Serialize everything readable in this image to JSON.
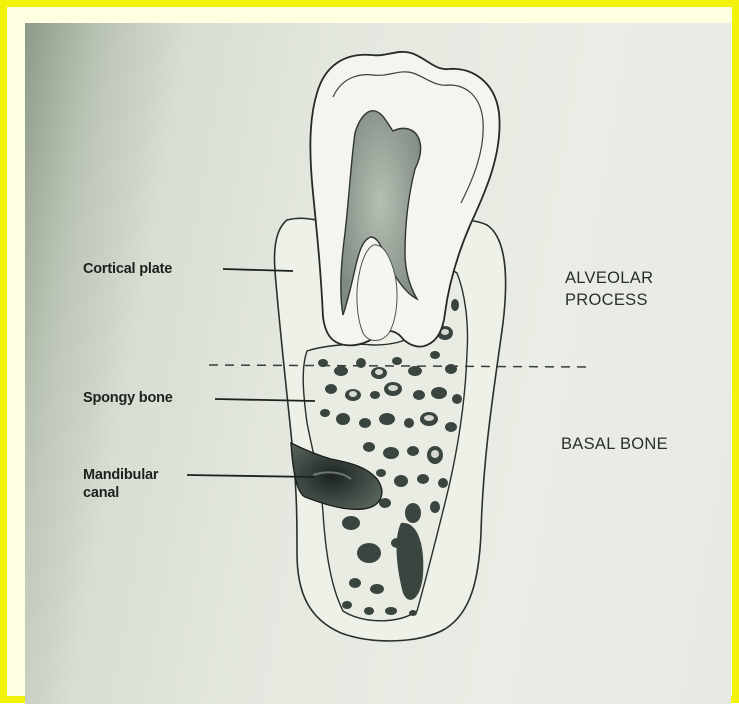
{
  "labels": {
    "cortical_plate": "Cortical plate",
    "spongy_bone": "Spongy bone",
    "mandibular_canal_line1": "Mandibular",
    "mandibular_canal_line2": "canal",
    "alveolar_line1": "ALVEOLAR",
    "alveolar_line2": "PROCESS",
    "basal_bone": "BASAL BONE"
  },
  "colors": {
    "frame_border": "#f2f20a",
    "ink": "#1d211f",
    "bone_fill": "#eef1e8",
    "pulp_fill": "#8f9990",
    "canal_fill": "#2f3a33"
  }
}
